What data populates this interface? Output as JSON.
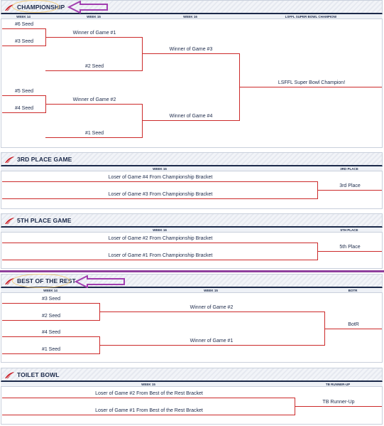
{
  "colors": {
    "navy": "#1c2a4a",
    "bracket_line": "#cc2a2a",
    "highlight_ring": "#f2cc7c",
    "annotation_arrow": "#a23fb0"
  },
  "championship": {
    "title": "CHAMPIONSHIP",
    "weeks": [
      "WEEK 14",
      "WEEK 15",
      "WEEK 16",
      "LSFFL SUPER BOWL CHAMPION!"
    ],
    "seed6": "#6 Seed",
    "seed3": "#3 Seed",
    "game1_winner": "Winner of Game #1",
    "seed2": "#2 Seed",
    "game3_winner": "Winner of Game #3",
    "champion": "LSFFL Super Bowl Champion!",
    "seed5": "#5 Seed",
    "seed4": "#4 Seed",
    "game2_winner": "Winner of Game #2",
    "game4_winner": "Winner of Game #4",
    "seed1": "#1 Seed"
  },
  "third_place": {
    "title": "3RD PLACE GAME",
    "weeks": [
      "WEEK 16",
      "3RD PLACE"
    ],
    "loser4": "Loser of Game #4 From Championship Bracket",
    "loser3": "Loser of Game #3 From Championship Bracket",
    "result": "3rd Place"
  },
  "fifth_place": {
    "title": "5TH PLACE GAME",
    "weeks": [
      "WEEK 16",
      "5TH PLACE"
    ],
    "loser2": "Loser of Game #2 From Championship Bracket",
    "loser1": "Loser of Game #1 From Championship Bracket",
    "result": "5th Place"
  },
  "best_of_rest": {
    "title": "BEST OF THE REST",
    "weeks": [
      "WEEK 14",
      "WEEK 15",
      "BOTR"
    ],
    "seed3": "#3 Seed",
    "seed2": "#2 Seed",
    "game2_winner": "Winner of Game #2",
    "result": "BotR",
    "seed4": "#4 Seed",
    "seed1": "#1 Seed",
    "game1_winner": "Winner of Game #1"
  },
  "toilet_bowl": {
    "title": "TOILET BOWL",
    "weeks": [
      "WEEK 15",
      "TB RUNNER-UP"
    ],
    "loser2": "Loser of Game #2 From Best of the Rest Bracket",
    "loser1": "Loser of Game #1 From Best of the Rest Bracket",
    "result": "TB Runner-Up"
  }
}
